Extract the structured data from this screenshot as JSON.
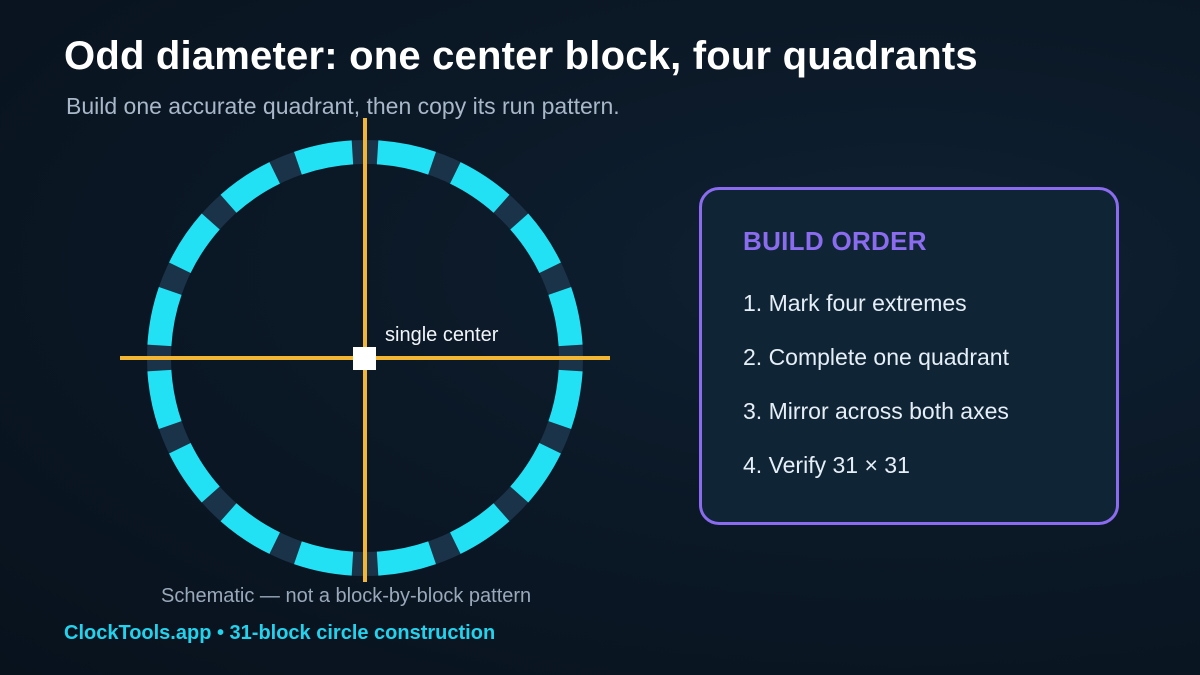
{
  "title": "Odd diameter: one center block, four quadrants",
  "subtitle": "Build one accurate quadrant, then copy its run pattern.",
  "diagram": {
    "center_label": "single center",
    "caption": "Schematic — not a block-by-block pattern",
    "segment_count": 16,
    "colors": {
      "ring": "#22e1f5",
      "axis": "#f2b534",
      "center_block": "#ffffff",
      "center_label": "#f1f5f9"
    }
  },
  "build_order": {
    "heading": "BUILD ORDER",
    "steps": [
      "1. Mark four extremes",
      "2. Complete one quadrant",
      "3. Mirror across both axes",
      "4. Verify 31 × 31"
    ]
  },
  "footer": "ClockTools.app • 31-block circle construction",
  "colors": {
    "background": "#0b1826",
    "panel_border": "#8b6cf0",
    "panel_heading": "#8b6cf0",
    "footer": "#22d3ee"
  }
}
